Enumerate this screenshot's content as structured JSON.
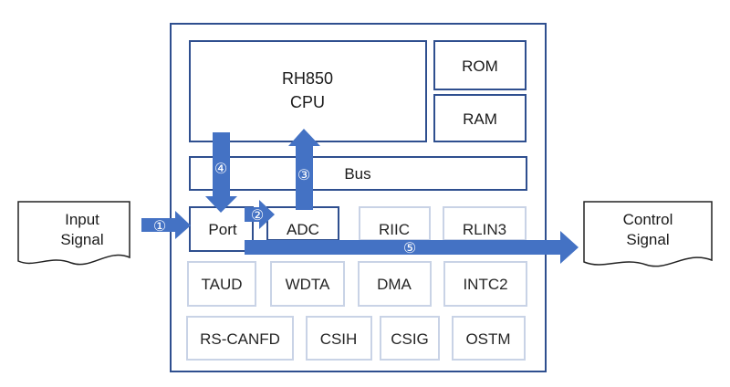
{
  "colors": {
    "chip_border": "#2f4f8f",
    "block_border": "#2f4f8f",
    "dim_border": "#c9d3e6",
    "arrow": "#4472c4"
  },
  "chip": {
    "cpu": [
      "RH850",
      "CPU"
    ],
    "rom": "ROM",
    "ram": "RAM",
    "bus": "Bus",
    "port": "Port",
    "adc": "ADC",
    "riic": "RIIC",
    "rlin3": "RLIN3",
    "taud": "TAUD",
    "wdta": "WDTA",
    "dma": "DMA",
    "intc2": "INTC2",
    "rscanfd": "RS-CANFD",
    "csih": "CSIH",
    "csig": "CSIG",
    "ostm": "OSTM"
  },
  "input_doc": [
    "Input",
    "Signal"
  ],
  "output_doc": [
    "Control",
    "Signal"
  ],
  "arrows": {
    "a1": "①",
    "a2": "②",
    "a3": "③",
    "a4": "④",
    "a5": "⑤"
  }
}
